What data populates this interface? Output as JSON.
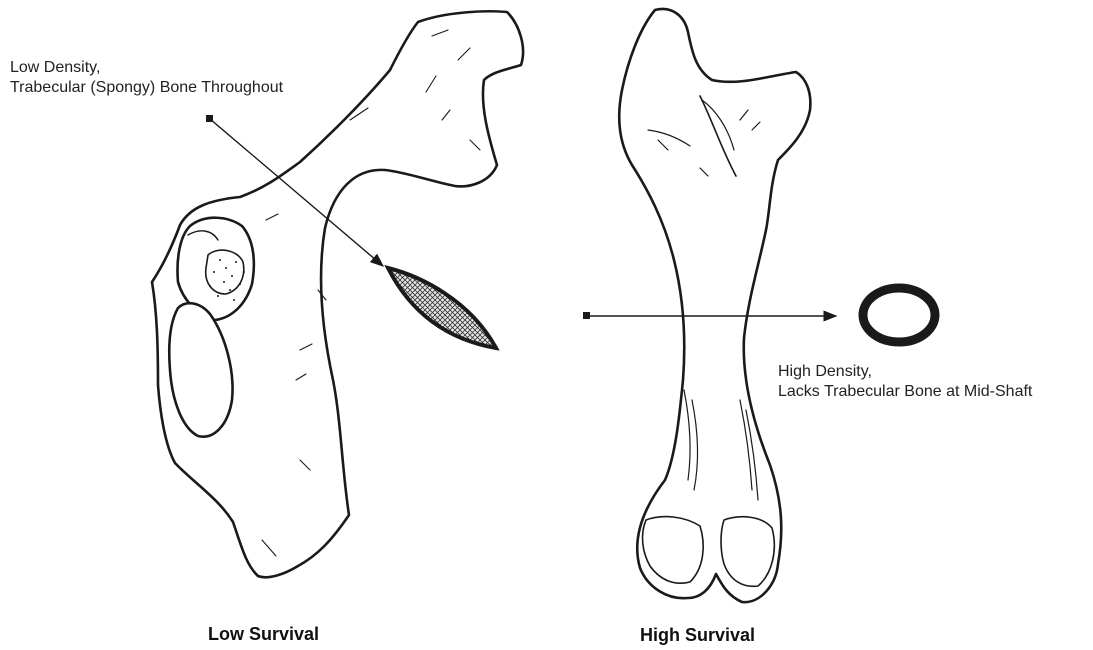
{
  "annotations": {
    "low_density": {
      "line1": "Low Density,",
      "line2": "Trabecular (Spongy) Bone Throughout"
    },
    "high_density": {
      "line1": "High Density,",
      "line2": "Lacks Trabecular Bone at Mid-Shaft"
    }
  },
  "captions": {
    "left": "Low Survival",
    "right": "High Survival"
  },
  "colors": {
    "ink": "#1a1a1a",
    "background": "#ffffff"
  }
}
